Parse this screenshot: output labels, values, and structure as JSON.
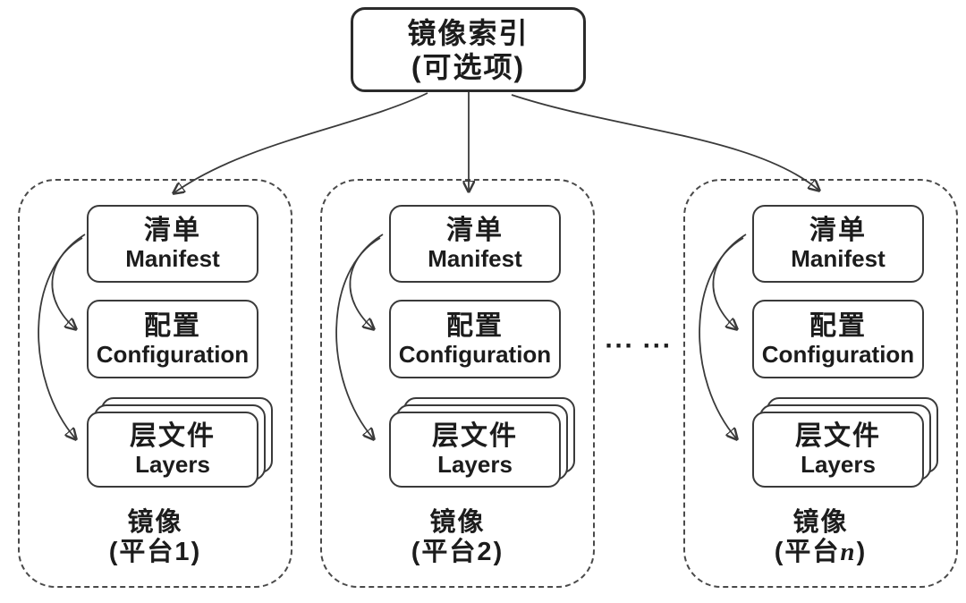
{
  "index_box": {
    "line1": "镜像索引",
    "line2": "(可选项)"
  },
  "separator_dots": "··· ···",
  "images": [
    {
      "manifest_zh": "清单",
      "manifest_en": "Manifest",
      "config_zh": "配置",
      "config_en": "Configuration",
      "layers_zh": "层文件",
      "layers_en": "Layers",
      "label_zh": "镜像",
      "platform_prefix": "(平台",
      "platform_var": "1",
      "platform_suffix": ")"
    },
    {
      "manifest_zh": "清单",
      "manifest_en": "Manifest",
      "config_zh": "配置",
      "config_en": "Configuration",
      "layers_zh": "层文件",
      "layers_en": "Layers",
      "label_zh": "镜像",
      "platform_prefix": "(平台",
      "platform_var": "2",
      "platform_suffix": ")"
    },
    {
      "manifest_zh": "清单",
      "manifest_en": "Manifest",
      "config_zh": "配置",
      "config_en": "Configuration",
      "layers_zh": "层文件",
      "layers_en": "Layers",
      "label_zh": "镜像",
      "platform_prefix": "(平台",
      "platform_var": "n",
      "platform_suffix": ")"
    }
  ]
}
